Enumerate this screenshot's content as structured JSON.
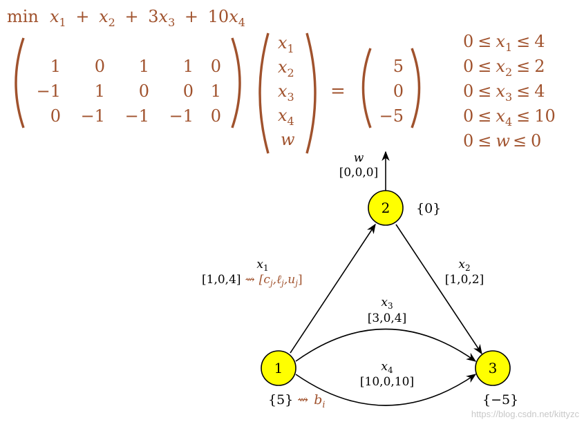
{
  "colors": {
    "formula": "#a0522d",
    "node_fill": "#ffff00",
    "edge": "#000000",
    "watermark": "#c8c8c8"
  },
  "objective": {
    "prefix": "min",
    "terms": [
      {
        "sign": "",
        "coef": "",
        "var": "x",
        "sub": "1"
      },
      {
        "sign": "+",
        "coef": "",
        "var": "x",
        "sub": "2"
      },
      {
        "sign": "+",
        "coef": "3",
        "var": "x",
        "sub": "3"
      },
      {
        "sign": "+",
        "coef": "10",
        "var": "x",
        "sub": "4"
      }
    ]
  },
  "matrix": [
    [
      "1",
      "0",
      "1",
      "1",
      "0"
    ],
    [
      "−1",
      "1",
      "0",
      "0",
      "1"
    ],
    [
      "0",
      "−1",
      "−1",
      "−1",
      "0"
    ]
  ],
  "variables": [
    {
      "var": "x",
      "sub": "1"
    },
    {
      "var": "x",
      "sub": "2"
    },
    {
      "var": "x",
      "sub": "3"
    },
    {
      "var": "x",
      "sub": "4"
    },
    {
      "var": "w",
      "sub": ""
    }
  ],
  "equals": "=",
  "rhs": [
    "5",
    "0",
    "−5"
  ],
  "bounds": [
    {
      "lo": "0",
      "var": "x",
      "sub": "1",
      "hi": "4"
    },
    {
      "lo": "0",
      "var": "x",
      "sub": "2",
      "hi": "2"
    },
    {
      "lo": "0",
      "var": "x",
      "sub": "3",
      "hi": "4"
    },
    {
      "lo": "0",
      "var": "x",
      "sub": "4",
      "hi": "10"
    },
    {
      "lo": "0",
      "var": "w",
      "sub": "",
      "hi": "0"
    }
  ],
  "graph": {
    "nodes": [
      {
        "id": "1",
        "supply": "{5}"
      },
      {
        "id": "2",
        "supply": "{0}"
      },
      {
        "id": "3",
        "supply": "{−5}"
      }
    ],
    "edges": [
      {
        "var": "x",
        "sub": "1",
        "params": "[1,0,4]"
      },
      {
        "var": "x",
        "sub": "2",
        "params": "[1,0,2]"
      },
      {
        "var": "x",
        "sub": "3",
        "params": "[3,0,4]"
      },
      {
        "var": "x",
        "sub": "4",
        "params": "[10,0,10]"
      },
      {
        "var": "w",
        "sub": "",
        "params": "[0,0,0]"
      }
    ],
    "legend_edge": {
      "arrow": "⇝",
      "text": "[c",
      "j1": "j",
      "l": ",ℓ",
      "j2": "j",
      "u": ",u",
      "j3": "j",
      "close": "]"
    },
    "legend_node": {
      "arrow": "⇝",
      "var": "b",
      "sub": "i"
    }
  },
  "watermark": "https://blog.csdn.net/kittyzc"
}
